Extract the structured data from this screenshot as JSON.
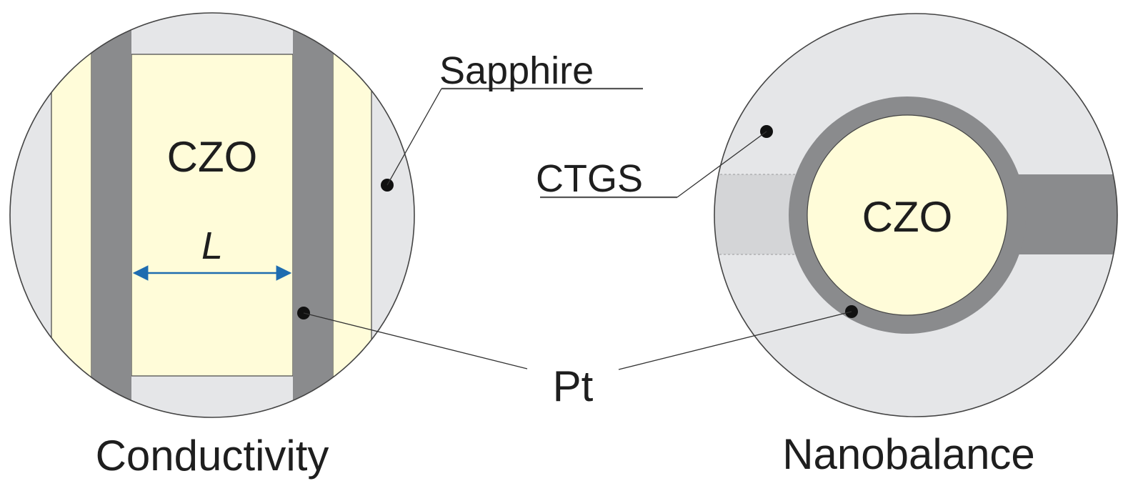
{
  "colors": {
    "sapphire": "#e5e6e8",
    "czo": "#fffcd9",
    "pt": "#8a8b8d",
    "contact_pad": "#d4d5d7",
    "outline": "#444444",
    "dimension_arrow": "#1e6cb0"
  },
  "left_panel": {
    "caption": "Conductivity",
    "film_label": "CZO",
    "dimension_label": "L",
    "substrate_label": "Sapphire"
  },
  "right_panel": {
    "caption": "Nanobalance",
    "film_label": "CZO",
    "substrate_label": "CTGS"
  },
  "shared": {
    "electrode_label": "Pt"
  }
}
